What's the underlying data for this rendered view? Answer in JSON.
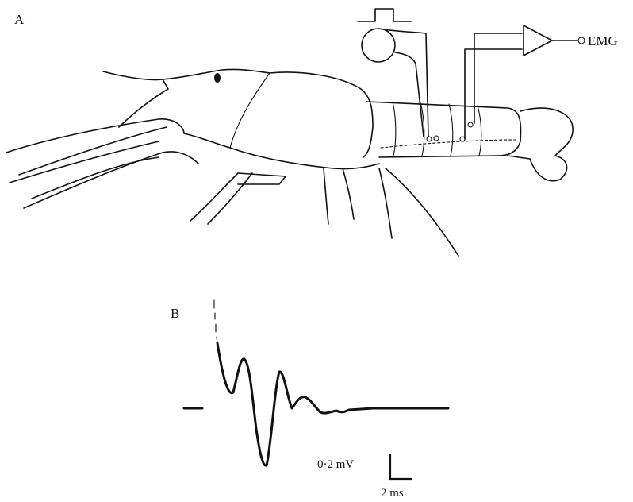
{
  "panel_a": {
    "label": "A",
    "output_label": "EMG"
  },
  "panel_b": {
    "label": "B",
    "scale_bar": {
      "voltage_label": "0·2 mV",
      "time_label": "2 ms"
    }
  }
}
